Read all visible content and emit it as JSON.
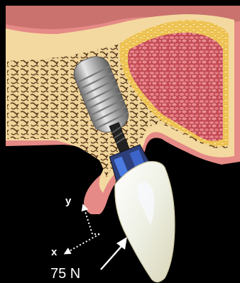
{
  "figure": {
    "axis_y_label": "y",
    "axis_x_label": "x",
    "force_label": "75 N"
  },
  "colors": {
    "background": "#000000",
    "gingiva": "#e58a86",
    "gingiva_dark": "#c46a67",
    "cortical_bone": "#f3d9a0",
    "cancellous_bone": "#e8c17a",
    "marrow": "#d95b63",
    "implant_metal": "#b9b9b9",
    "abutment_blue": "#3d64c8",
    "crown": "#f1eedc"
  },
  "icons": [
    "implant-body",
    "abutment-screw",
    "crown",
    "force-arrow",
    "axis-arrows"
  ]
}
